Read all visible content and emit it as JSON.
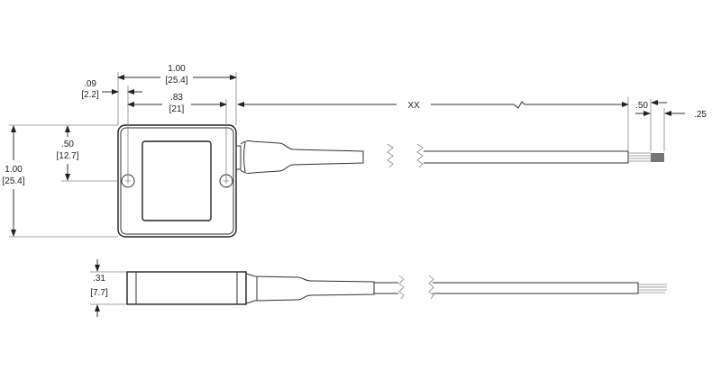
{
  "dimensions": {
    "overall_width": {
      "inch": "1.00",
      "mm": "[25.4]"
    },
    "hole_spacing": {
      "inch": ".83",
      "mm": "[21]"
    },
    "hole_offset": {
      "inch": ".09",
      "mm": "[2.2]"
    },
    "overall_height": {
      "inch": "1.00",
      "mm": "[25.4]"
    },
    "hole_height": {
      "inch": ".50",
      "mm": "[12.7]"
    },
    "thickness": {
      "inch": ".31",
      "mm": "[7.7]"
    },
    "cable_length": "XX",
    "strip_length": ".50",
    "tin_length": ".25"
  },
  "colors": {
    "line": "#333333",
    "background": "#ffffff"
  }
}
